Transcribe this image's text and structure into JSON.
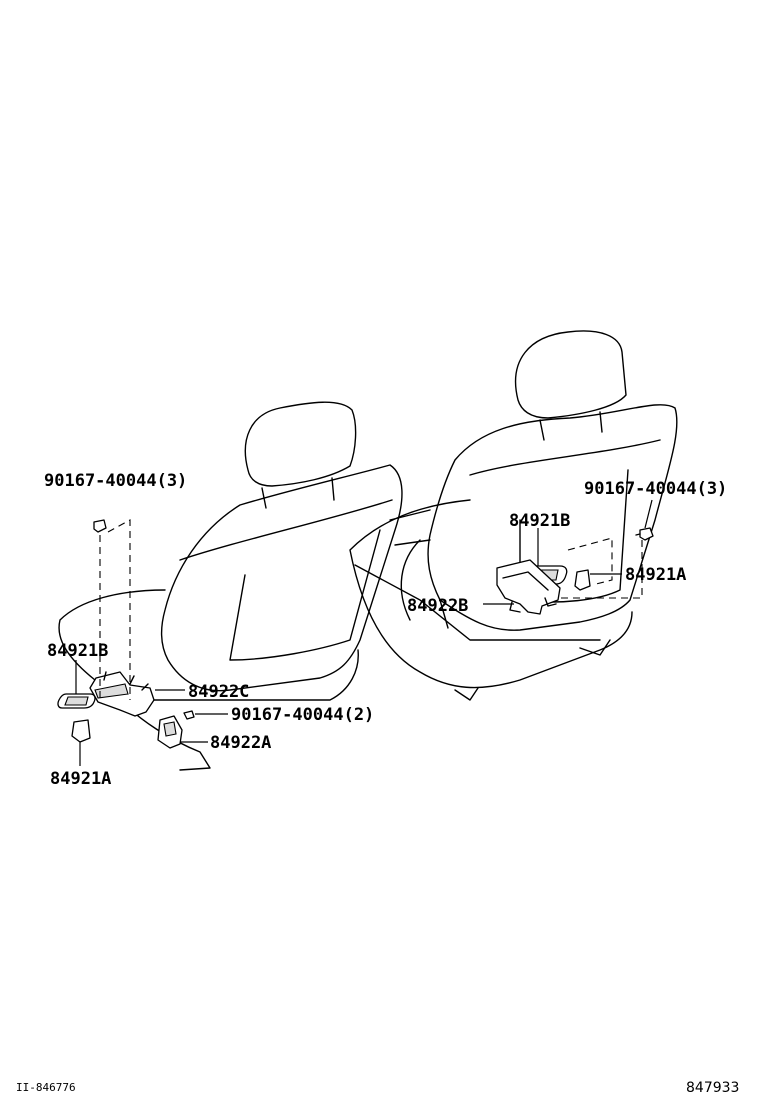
{
  "labels": {
    "bolt_left": "90167-40044(3)",
    "bolt_right": "90167-40044(3)",
    "switch_b_right": "84921B",
    "knob_a_right": "84921A",
    "cover_b_right": "84922B",
    "switch_b_left": "84921B",
    "cover_c_left": "84922C",
    "bolt_mid": "90167-40044(2)",
    "cover_a_left": "84922A",
    "knob_a_left": "84921A"
  },
  "footer": {
    "left_code": "II-846776",
    "right_code": "847933"
  }
}
